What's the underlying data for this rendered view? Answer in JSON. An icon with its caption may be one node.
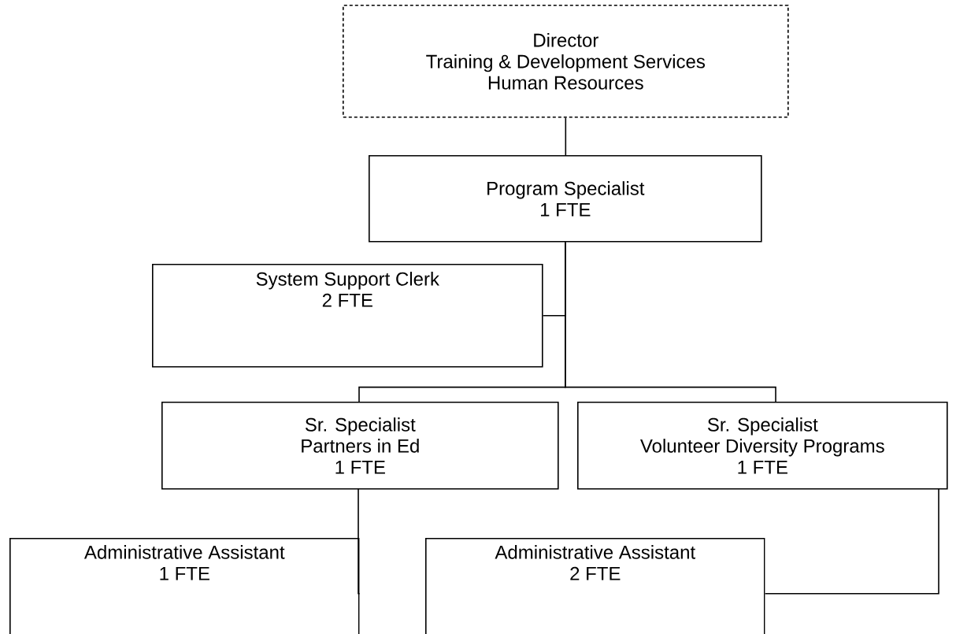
{
  "diagram": {
    "nodes": [
      {
        "text": [
          "Director",
          "Training & Development Services",
          "Human Resources"
        ]
      },
      {
        "text": [
          "Program Specialist",
          "1 FTE"
        ]
      },
      {
        "text": [
          "System Support Clerk",
          "2 FTE"
        ]
      },
      {
        "text": [
          "Sr. Specialist",
          "Partners in Ed",
          "1 FTE"
        ]
      },
      {
        "text": [
          "Sr. Specialist",
          "Volunteer Diversity Programs",
          "1 FTE"
        ]
      },
      {
        "text": [
          "Administrative Assistant",
          "1 FTE"
        ]
      },
      {
        "text": [
          "Administrative Assistant",
          "2 FTE"
        ]
      }
    ],
    "edges": [
      {
        "from": 0,
        "to": 1,
        "arrow": "none"
      },
      {
        "from": 1,
        "to": 2,
        "arrow": "none"
      },
      {
        "from": 1,
        "to": 3,
        "arrow": "none"
      },
      {
        "from": 1,
        "to": 4,
        "arrow": "none"
      },
      {
        "from": 3,
        "to": 5,
        "arrow": "none"
      },
      {
        "from": 4,
        "to": 6,
        "arrow": "none"
      }
    ]
  }
}
